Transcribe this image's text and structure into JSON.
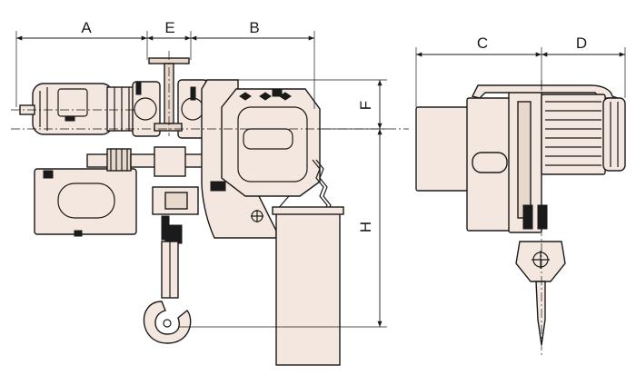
{
  "dimensions": {
    "A": "A",
    "B": "B",
    "C": "C",
    "D": "D",
    "E": "E",
    "F": "F",
    "H": "H"
  },
  "colors": {
    "body_fill": "#f3e7df",
    "outline": "#1a1a1a"
  }
}
